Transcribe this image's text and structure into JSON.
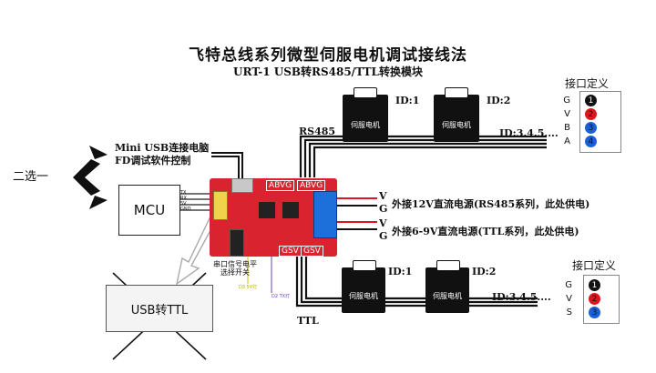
{
  "header": {
    "title": "飞特总线系列微型伺服电机调试接线法",
    "subtitle": "URT-1 USB转RS485/TTL转换模块"
  },
  "servos": {
    "label": "伺服电机",
    "top_id1": "ID:1",
    "top_id2": "ID:2",
    "top_id_rest": "ID:3.4.5....",
    "bottom_id1": "ID:1",
    "bottom_id2": "ID:2",
    "bottom_id_rest": "ID:3.4.5...."
  },
  "buses": {
    "rs485": "RS485",
    "ttl": "TTL"
  },
  "legend_top": {
    "title": "接口定义",
    "pins": [
      {
        "letter": "G",
        "num": "1",
        "color": "#111111"
      },
      {
        "letter": "V",
        "num": "2",
        "color": "#e0141e"
      },
      {
        "letter": "B",
        "num": "3",
        "color": "#1a5fd6"
      },
      {
        "letter": "A",
        "num": "4",
        "color": "#1a5fd6"
      }
    ]
  },
  "legend_bottom": {
    "title": "接口定义",
    "pins": [
      {
        "letter": "G",
        "num": "1",
        "color": "#111111"
      },
      {
        "letter": "V",
        "num": "2",
        "color": "#e0141e"
      },
      {
        "letter": "S",
        "num": "3",
        "color": "#1a5fd6"
      }
    ]
  },
  "left": {
    "choose": "二选一",
    "usb_line1": "Mini USB连接电脑",
    "usb_line2": "FD调试软件控制",
    "mcu": "MCU",
    "usb_ttl": "USB转TTL",
    "mcu_pins": [
      "TX",
      "RX",
      "5V",
      "GND"
    ]
  },
  "board": {
    "abvg1": "ABVG",
    "abvg2": "ABVG",
    "gsv1": "GSV",
    "gsv2": "GSV",
    "switch_label_line1": "串口信号电平",
    "switch_label_line2": "选择开关",
    "d3_label": "D3 5V灯",
    "d2_label": "D2 TX灯"
  },
  "power": {
    "v_label": "V",
    "g_label": "G",
    "line1": "外接12V直流电源(RS485系列，此处供电)",
    "line2": "外接6-9V直流电源(TTL系列，此处供电)"
  }
}
